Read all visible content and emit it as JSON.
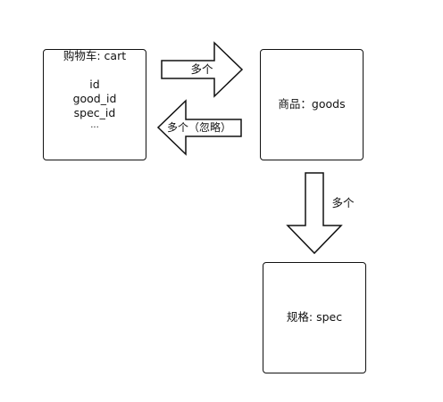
{
  "diagram": {
    "cart": {
      "title": "购物车: cart",
      "fields": [
        "id",
        "good_id",
        "spec_id",
        "..."
      ]
    },
    "goods": {
      "title": "商品：goods"
    },
    "spec": {
      "title": "规格: spec"
    },
    "edges": {
      "cart_to_goods": "多个",
      "goods_to_cart": "多个（忽略）",
      "goods_to_spec": "多个"
    }
  }
}
